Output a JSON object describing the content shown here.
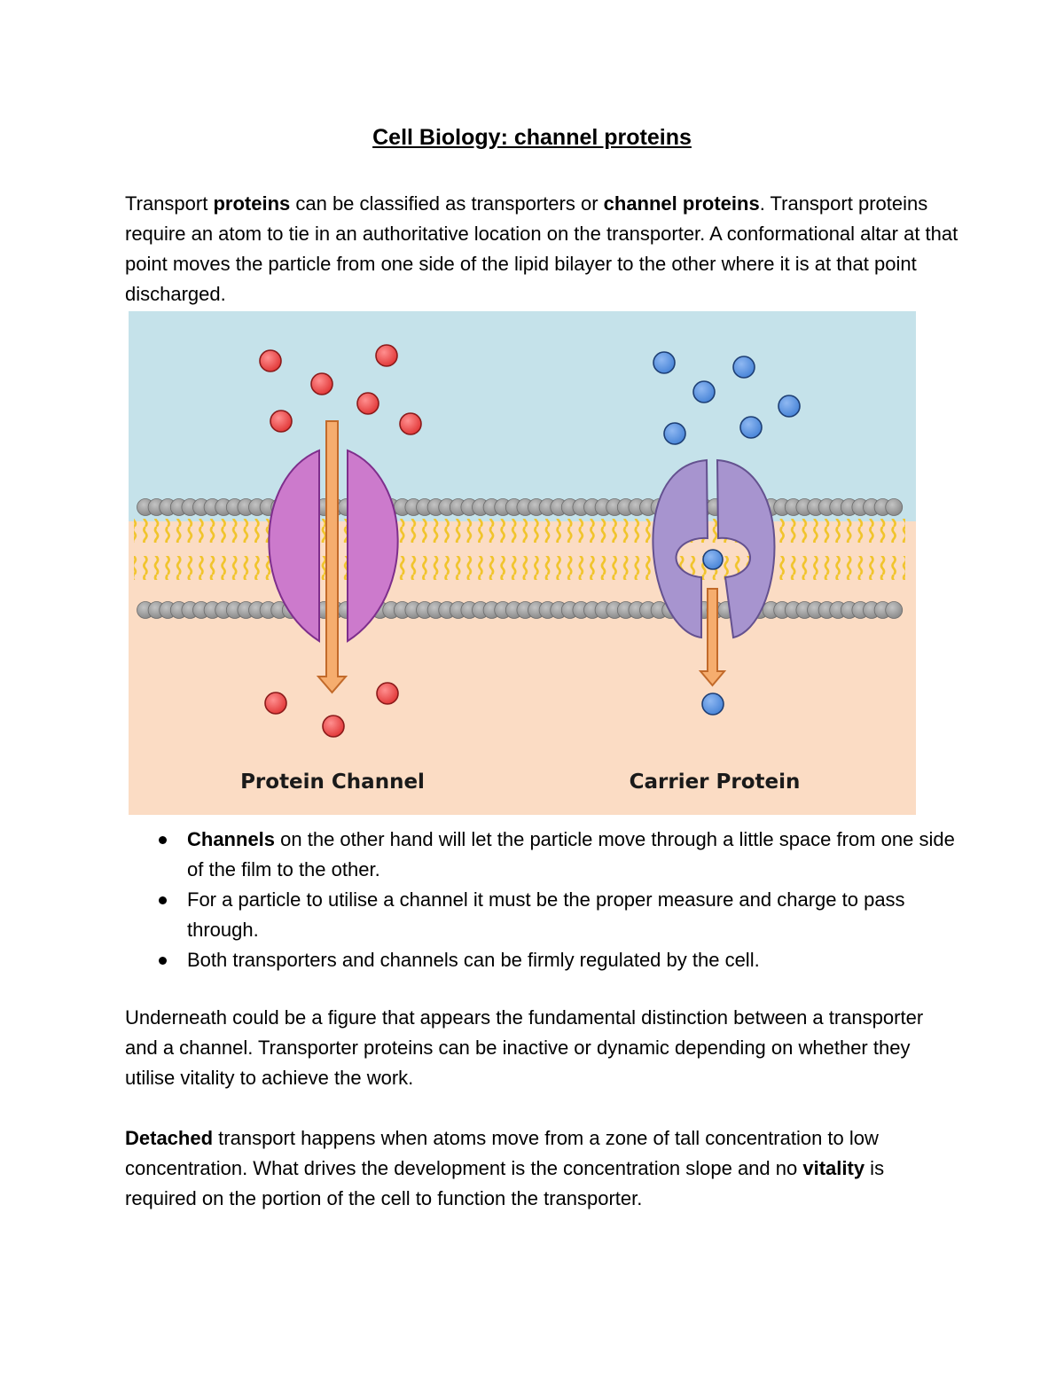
{
  "document": {
    "title": "Cell Biology: channel proteins",
    "intro": {
      "t1": "Transport ",
      "b1": "proteins",
      "t2": " can be classified as transporters or ",
      "b2": "channel proteins",
      "t3": ". Transport proteins require an atom to tie in an authoritative location on the transporter. A conformational altar at that point moves the particle from one side of the lipid bilayer to the other where it is at that point discharged."
    },
    "figure": {
      "label_left": "Protein Channel",
      "label_right": "Carrier Protein",
      "colors": {
        "extracellular": "#c5e2ea",
        "intracellular": "#fbdcc4",
        "protein_channel": "#cc7acc",
        "carrier_protein": "#a794cf",
        "arrow": "#f6ad6e",
        "red_particle": "#e23a3a",
        "blue_particle": "#4a86d8",
        "lipid_head": "#9a9a9a",
        "lipid_tail": "#f1c42b"
      }
    },
    "bullets": [
      {
        "bold": "Channels",
        "text": " on the other hand will let the particle move through a little space from one side of the film to the other."
      },
      {
        "bold": "",
        "text": "For a particle to utilise a channel it must be the proper measure and charge to pass through."
      },
      {
        "bold": "",
        "text": "Both transporters and channels can be firmly regulated by the cell."
      }
    ],
    "para2": "Underneath could be a figure that appears the fundamental distinction between a transporter and a channel. Transporter proteins can be inactive or dynamic depending on whether they utilise vitality to achieve the work.",
    "para3": {
      "b1": "Detached",
      "t1": " transport happens when atoms move from a zone of tall concentration to low concentration. What drives the development is the concentration slope and no ",
      "b2": "vitality",
      "t2": " is required on the portion of the cell to function the transporter."
    }
  }
}
